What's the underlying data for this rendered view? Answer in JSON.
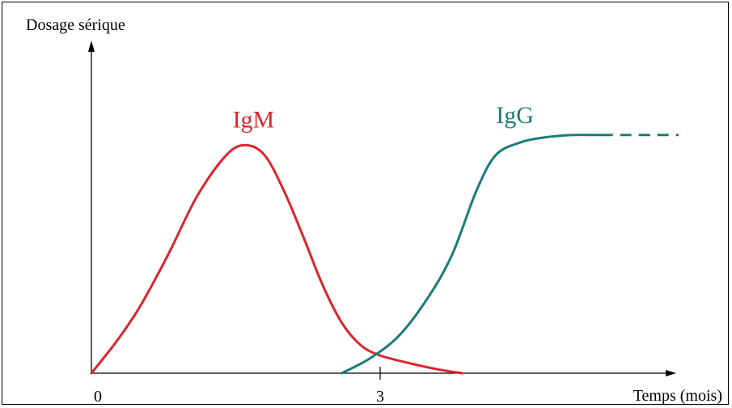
{
  "chart_data": {
    "type": "line",
    "title": "",
    "ylabel": "Dosage sérique",
    "xlabel": "Temps (mois)",
    "x_ticks": [
      {
        "value": 0,
        "label": "0"
      },
      {
        "value": 3,
        "label": "3"
      }
    ],
    "xlim": [
      0,
      6.1
    ],
    "ylim": [
      0,
      1.0
    ],
    "grid": false,
    "colors": {
      "axis": "#000000",
      "IgM": "#d9262c",
      "IgG": "#1a7c78"
    },
    "series": [
      {
        "name": "IgM",
        "color": "#d9262c",
        "x": [
          0,
          0.25,
          0.5,
          0.8,
          1.1,
          1.4,
          1.6,
          1.8,
          2.0,
          2.2,
          2.4,
          2.6,
          2.8,
          3.0,
          3.3,
          3.6,
          3.85
        ],
        "y": [
          0,
          0.12,
          0.26,
          0.47,
          0.7,
          0.86,
          0.9,
          0.86,
          0.72,
          0.54,
          0.35,
          0.2,
          0.11,
          0.07,
          0.04,
          0.015,
          0
        ]
      },
      {
        "name": "IgG",
        "color": "#1a7c78",
        "x": [
          2.6,
          2.9,
          3.2,
          3.5,
          3.75,
          4.0,
          4.2,
          4.45,
          4.7,
          5.0,
          5.3
        ],
        "y": [
          0,
          0.06,
          0.15,
          0.3,
          0.47,
          0.72,
          0.86,
          0.91,
          0.93,
          0.94,
          0.94
        ],
        "extension": {
          "style": "dashed",
          "x": [
            5.3,
            6.1
          ],
          "y": [
            0.94,
            0.94
          ]
        }
      }
    ]
  }
}
